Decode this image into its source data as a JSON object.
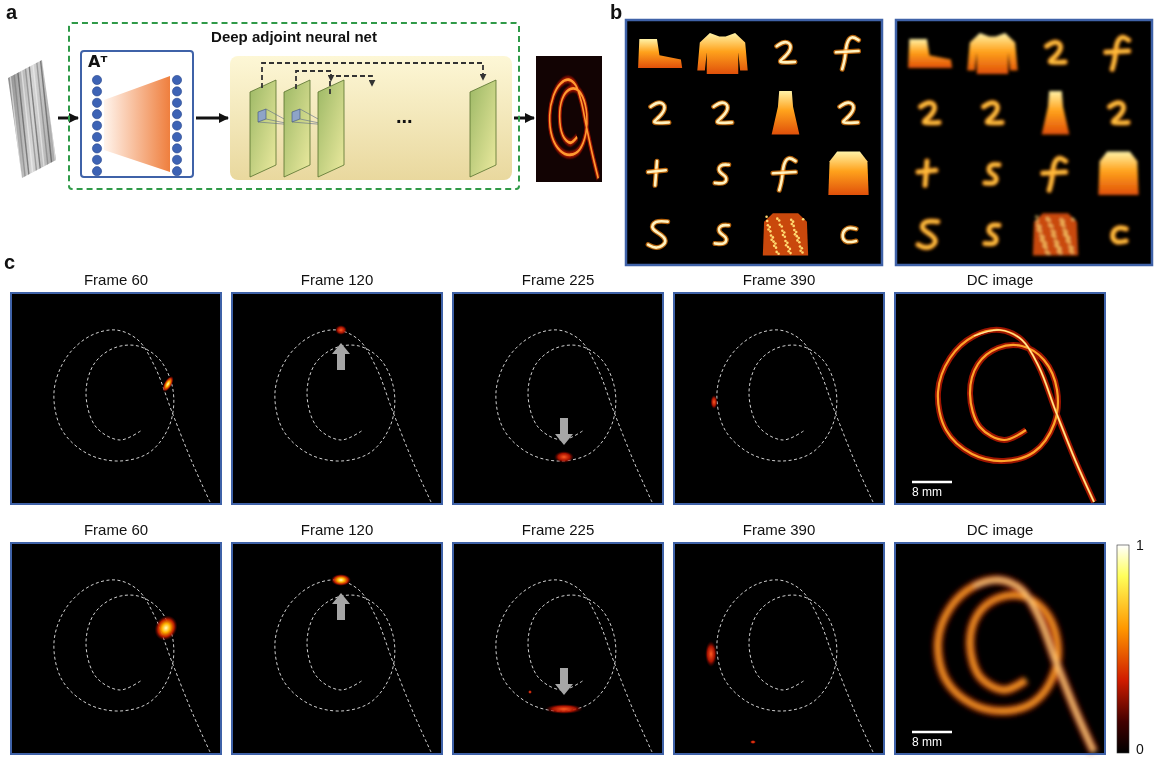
{
  "diagram": {
    "nodes": [
      {
        "text": [
          "Deep adjoint neural net"
        ]
      },
      {
        "text": [
          "Aᵀ"
        ],
        "in": 0
      },
      {
        "text": [
          "Frame 60"
        ]
      },
      {
        "text": [
          "Frame 120"
        ]
      },
      {
        "text": [
          "Frame 225"
        ]
      },
      {
        "text": [
          "Frame 390"
        ]
      },
      {
        "text": [
          "DC image",
          "8 mm"
        ]
      },
      {
        "text": [
          "Frame 60"
        ]
      },
      {
        "text": [
          "Frame 120"
        ]
      },
      {
        "text": [
          "Frame 225"
        ]
      },
      {
        "text": [
          "Frame 390"
        ]
      },
      {
        "text": [
          "DC image",
          "8 mm"
        ]
      }
    ],
    "labels": [
      "a",
      "...",
      "b",
      "c",
      "1",
      "0"
    ]
  }
}
